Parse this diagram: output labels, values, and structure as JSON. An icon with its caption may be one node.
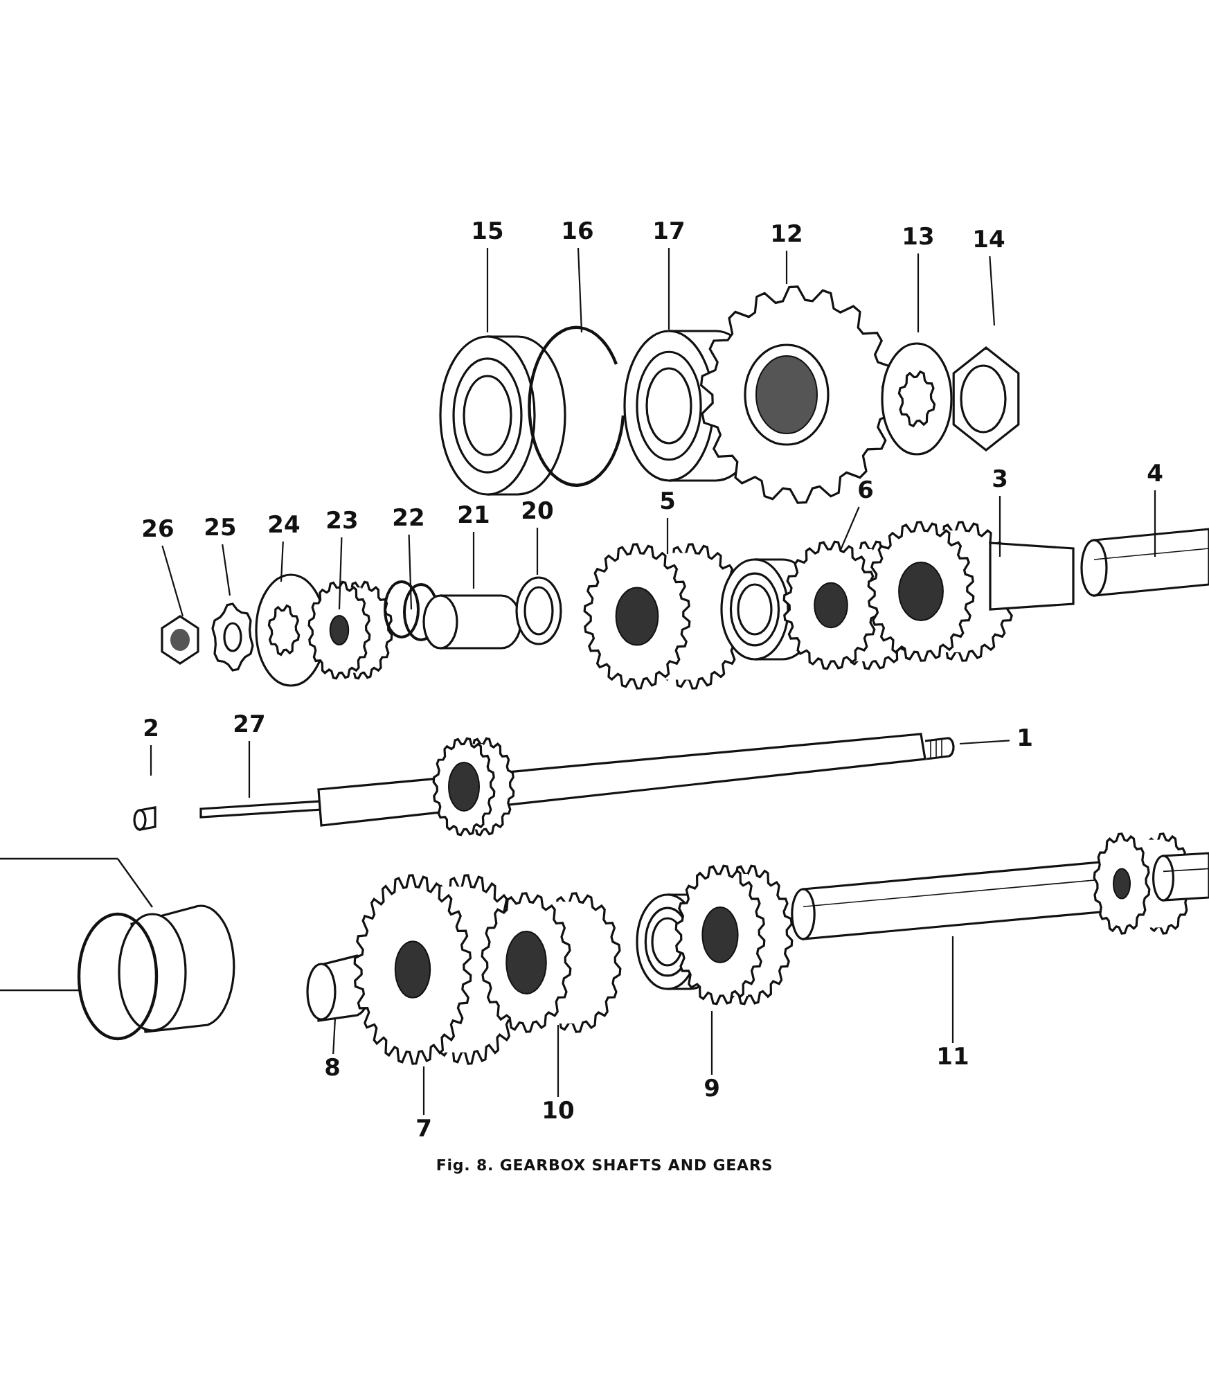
{
  "diagram": {
    "caption": "Fig. 8. GEARBOX SHAFTS AND GEARS",
    "nodes": [
      {
        "text": [
          "15"
        ]
      },
      {
        "text": [
          "16"
        ]
      },
      {
        "text": [
          "17"
        ]
      },
      {
        "text": [
          "12"
        ]
      },
      {
        "text": [
          "13"
        ]
      },
      {
        "text": [
          "14"
        ]
      },
      {
        "text": [
          "26"
        ]
      },
      {
        "text": [
          "25"
        ]
      },
      {
        "text": [
          "24"
        ]
      },
      {
        "text": [
          "23"
        ]
      },
      {
        "text": [
          "22"
        ]
      },
      {
        "text": [
          "21"
        ]
      },
      {
        "text": [
          "20"
        ]
      },
      {
        "text": [
          "5"
        ]
      },
      {
        "text": [
          "6"
        ]
      },
      {
        "text": [
          "3"
        ]
      },
      {
        "text": [
          "4"
        ]
      },
      {
        "text": [
          "2"
        ]
      },
      {
        "text": [
          "27"
        ]
      },
      {
        "text": [
          "1"
        ]
      },
      {
        "text": [
          "8"
        ]
      },
      {
        "text": [
          "7"
        ]
      },
      {
        "text": [
          "10"
        ]
      },
      {
        "text": [
          "9"
        ]
      },
      {
        "text": [
          "11"
        ]
      }
    ],
    "edges": [
      {
        "from": 0,
        "to": null,
        "arrow": "none"
      },
      {
        "from": 1,
        "to": null,
        "arrow": "none"
      },
      {
        "from": 2,
        "to": null,
        "arrow": "none"
      },
      {
        "from": 3,
        "to": null,
        "arrow": "none"
      },
      {
        "from": 4,
        "to": null,
        "arrow": "none"
      },
      {
        "from": 5,
        "to": null,
        "arrow": "none"
      },
      {
        "from": 6,
        "to": null,
        "arrow": "none"
      },
      {
        "from": 7,
        "to": null,
        "arrow": "none"
      },
      {
        "from": 8,
        "to": null,
        "arrow": "none"
      },
      {
        "from": 9,
        "to": null,
        "arrow": "none"
      },
      {
        "from": 10,
        "to": null,
        "arrow": "none"
      },
      {
        "from": 11,
        "to": null,
        "arrow": "none"
      },
      {
        "from": 12,
        "to": null,
        "arrow": "none"
      },
      {
        "from": 13,
        "to": null,
        "arrow": "none"
      },
      {
        "from": 14,
        "to": null,
        "arrow": "none"
      },
      {
        "from": 15,
        "to": null,
        "arrow": "none"
      },
      {
        "from": 16,
        "to": null,
        "arrow": "none"
      },
      {
        "from": 17,
        "to": null,
        "arrow": "none"
      },
      {
        "from": 18,
        "to": null,
        "arrow": "none"
      },
      {
        "from": 19,
        "to": null,
        "arrow": "none"
      },
      {
        "from": 20,
        "to": null,
        "arrow": "none"
      },
      {
        "from": 21,
        "to": null,
        "arrow": "none"
      },
      {
        "from": 22,
        "to": null,
        "arrow": "none"
      },
      {
        "from": 23,
        "to": null,
        "arrow": "none"
      },
      {
        "from": 24,
        "to": null,
        "arrow": "none"
      }
    ]
  }
}
